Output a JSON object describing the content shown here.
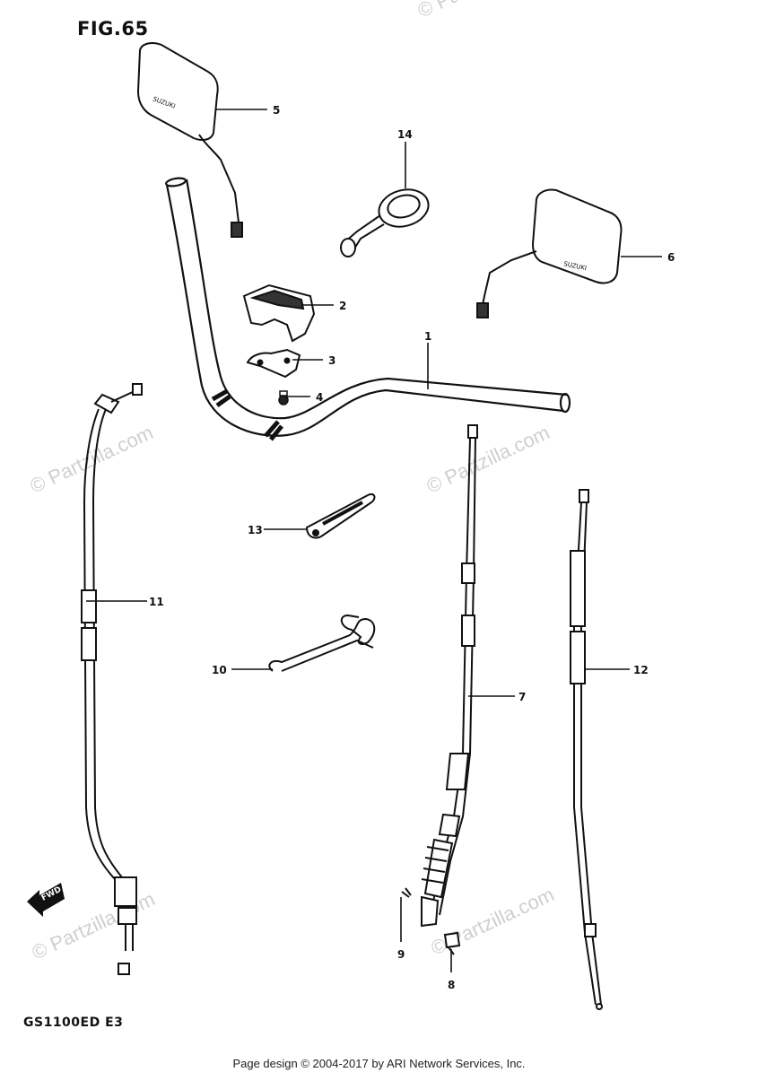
{
  "figure": {
    "title": "FIG.65",
    "model_code": "GS1100ED E3"
  },
  "watermarks": [
    "© Partzilla.com",
    "© Partzilla.com",
    "© Partzilla.com",
    "© Partzilla.com",
    "© Partzilla.com"
  ],
  "fwd_label": "FWD",
  "callouts": [
    {
      "id": "c1",
      "label": "1"
    },
    {
      "id": "c2",
      "label": "2"
    },
    {
      "id": "c3",
      "label": "3"
    },
    {
      "id": "c4",
      "label": "4"
    },
    {
      "id": "c5",
      "label": "5"
    },
    {
      "id": "c6",
      "label": "6"
    },
    {
      "id": "c7",
      "label": "7"
    },
    {
      "id": "c8",
      "label": "8"
    },
    {
      "id": "c9",
      "label": "9"
    },
    {
      "id": "c10",
      "label": "10"
    },
    {
      "id": "c11",
      "label": "11"
    },
    {
      "id": "c12",
      "label": "12"
    },
    {
      "id": "c13",
      "label": "13"
    },
    {
      "id": "c14",
      "label": "14"
    }
  ],
  "footer": "Page design © 2004-2017 by ARI Network Services, Inc."
}
